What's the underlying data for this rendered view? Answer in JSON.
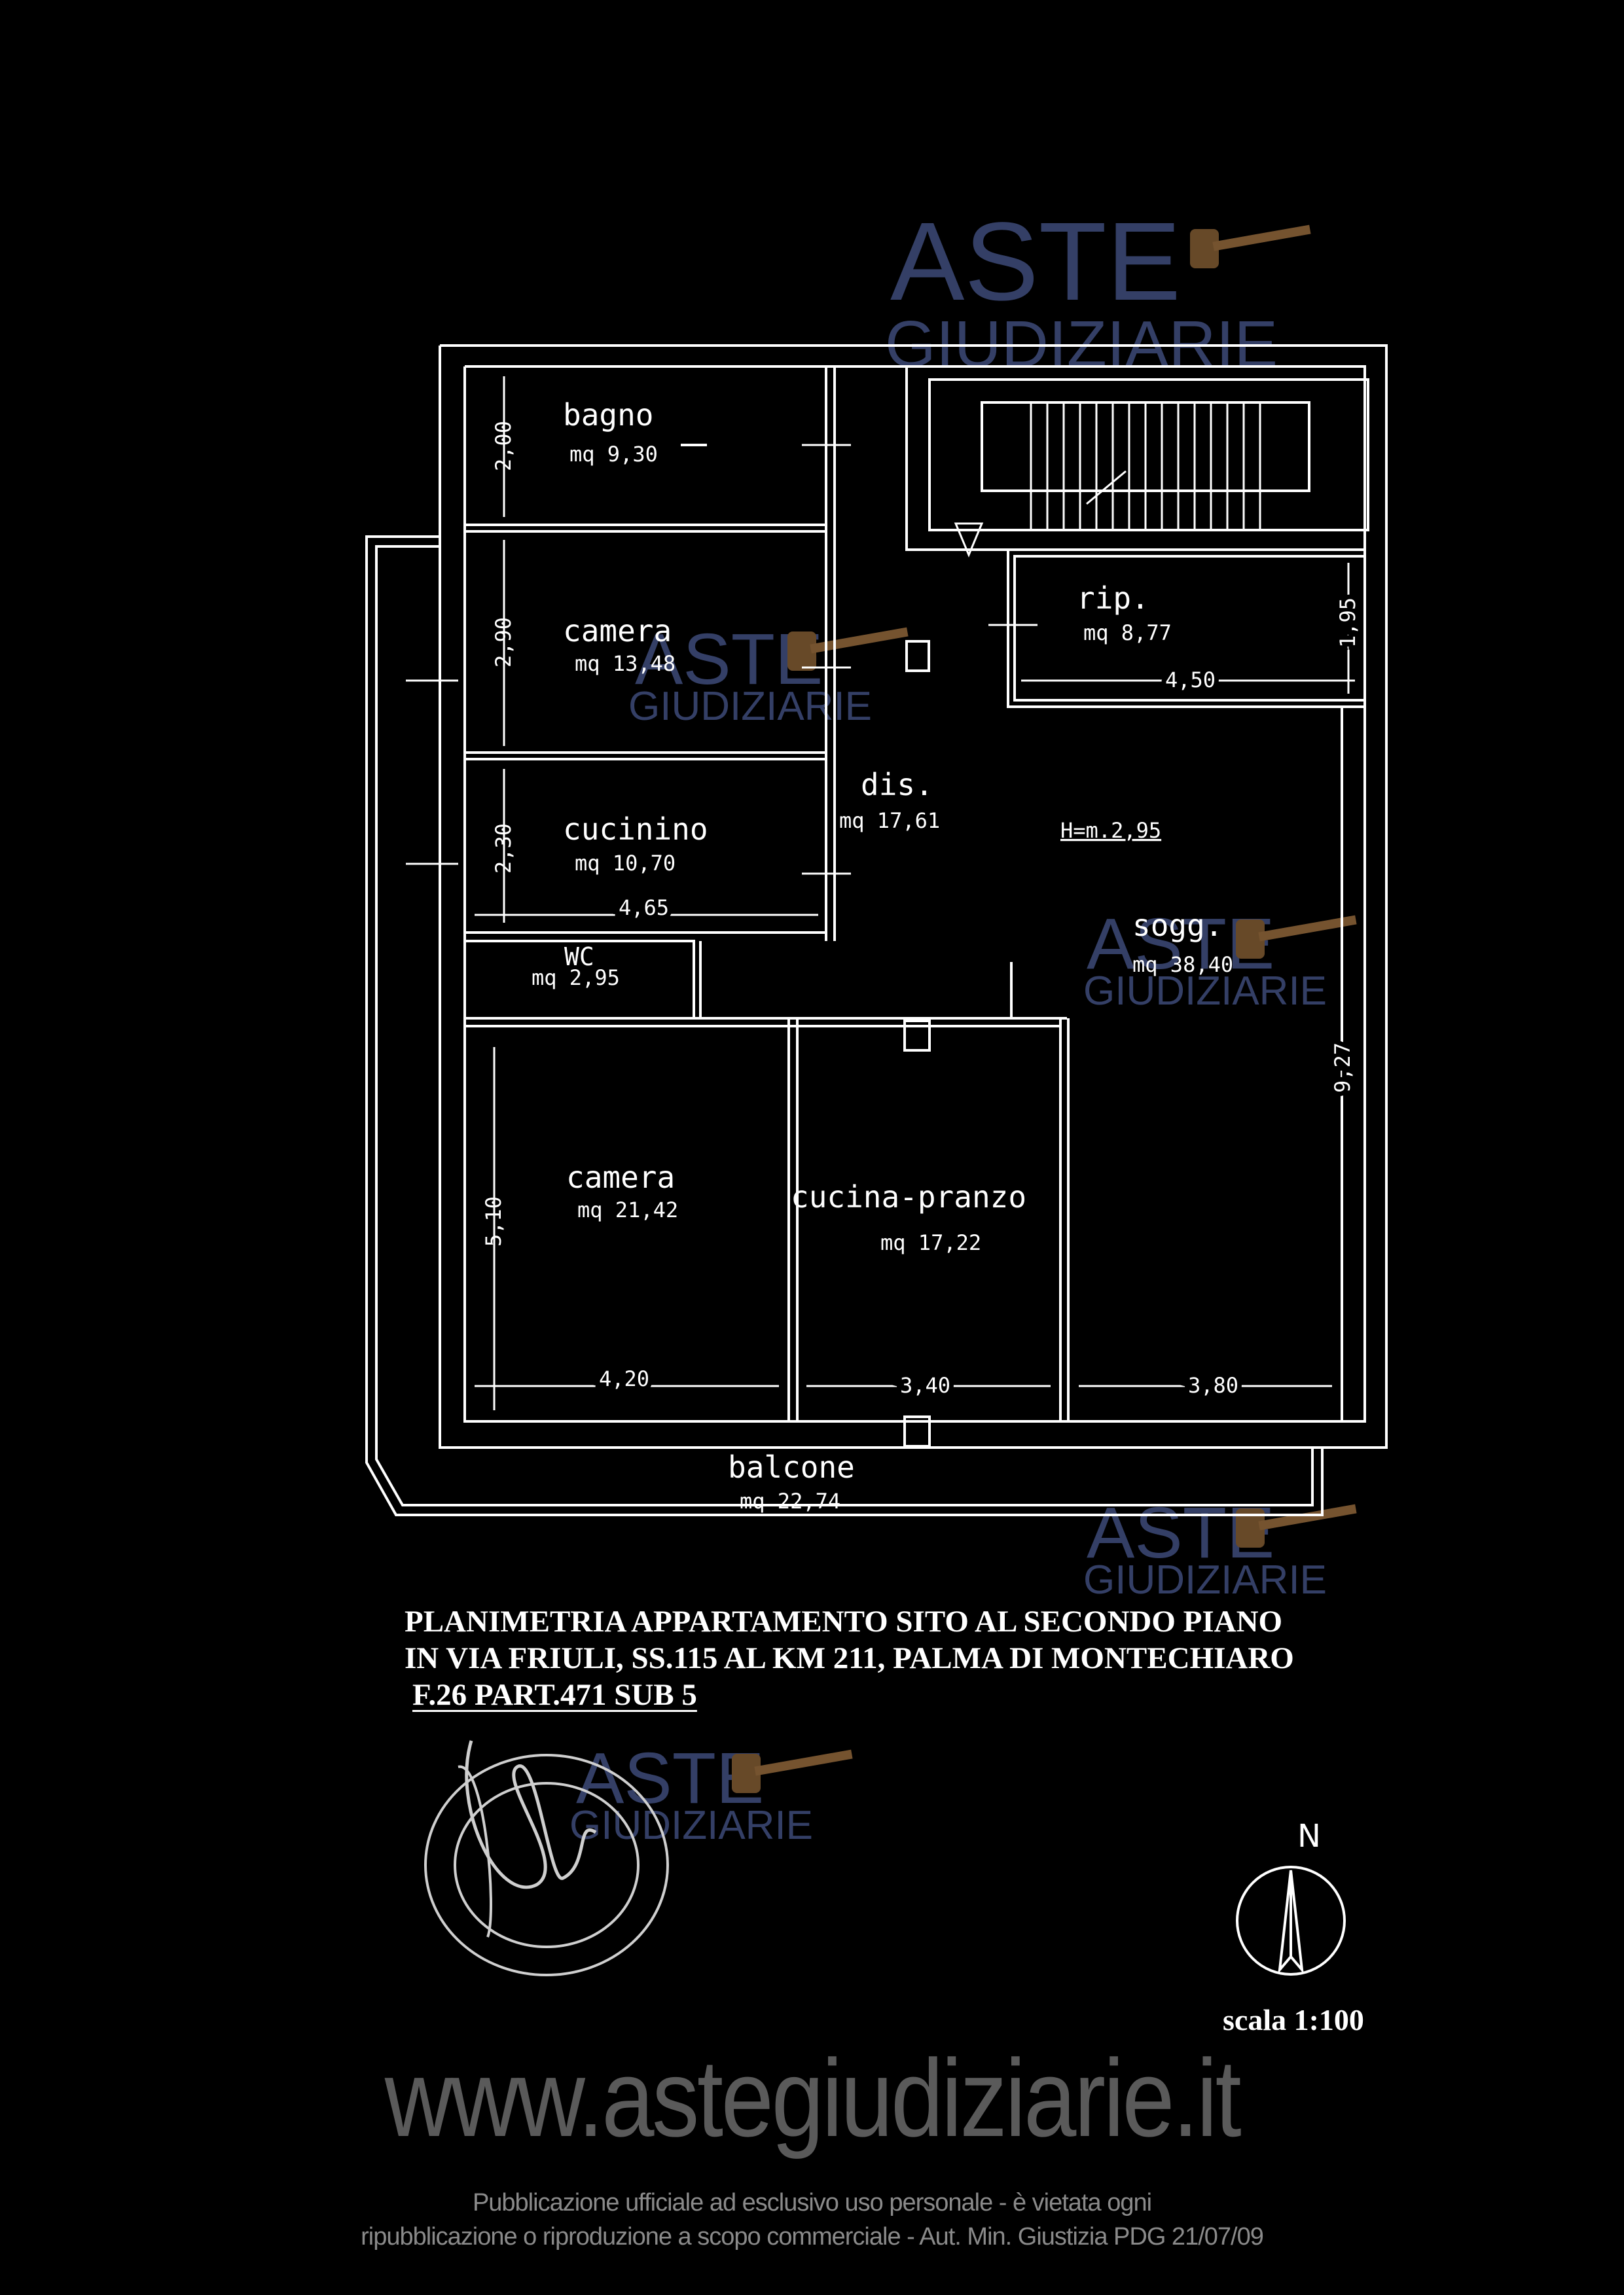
{
  "watermark": {
    "word1": "ASTE",
    "word2": "GIUDIZIARIE"
  },
  "rooms": {
    "bagno": {
      "name": "bagno",
      "area": "mq 9,30"
    },
    "camera1": {
      "name": "camera",
      "area": "mq 13,48"
    },
    "cucinino": {
      "name": "cucinino",
      "area": "mq 10,70"
    },
    "wc": {
      "name": "WC",
      "area": "mq 2,95"
    },
    "camera2": {
      "name": "camera",
      "area": "mq 21,42"
    },
    "cucina": {
      "name": "cucina-pranzo",
      "area": "mq 17,22"
    },
    "rip": {
      "name": "rip.",
      "area": "mq 8,77"
    },
    "dis": {
      "name": "dis.",
      "area": "mq 17,61"
    },
    "sogg": {
      "name": "sogg.",
      "area": "mq 38,40"
    },
    "balcone": {
      "name": "balcone",
      "area": "mq 22,74"
    }
  },
  "height_label": "H=m.2,95",
  "dimensions": {
    "bagno_h": "2,00",
    "camera1_h": "2,90",
    "cucinino_h": "2,30",
    "cucinino_w": "4,65",
    "camera2_h": "5,10",
    "camera2_w": "4,20",
    "cucina_w": "3,40",
    "sogg_w": "3,80",
    "sogg_h": "9,27",
    "rip_w": "4,50",
    "rip_h": "1,95"
  },
  "title": {
    "line1": "PLANIMETRIA APPARTAMENTO SITO AL SECONDO PIANO",
    "line2": "IN VIA FRIULI, SS.115 AL KM 211, PALMA DI MONTECHIARO",
    "line3": "F.26 PART.471 SUB 5"
  },
  "north_label": "N",
  "scale": "scala 1:100",
  "website": "www.astegiudiziarie.it",
  "disclaimer": {
    "line1": "Pubblicazione ufficiale ad esclusivo uso personale - è vietata ogni",
    "line2": "ripubblicazione o riproduzione a scopo commerciale - Aut. Min. Giustizia PDG 21/07/09"
  }
}
